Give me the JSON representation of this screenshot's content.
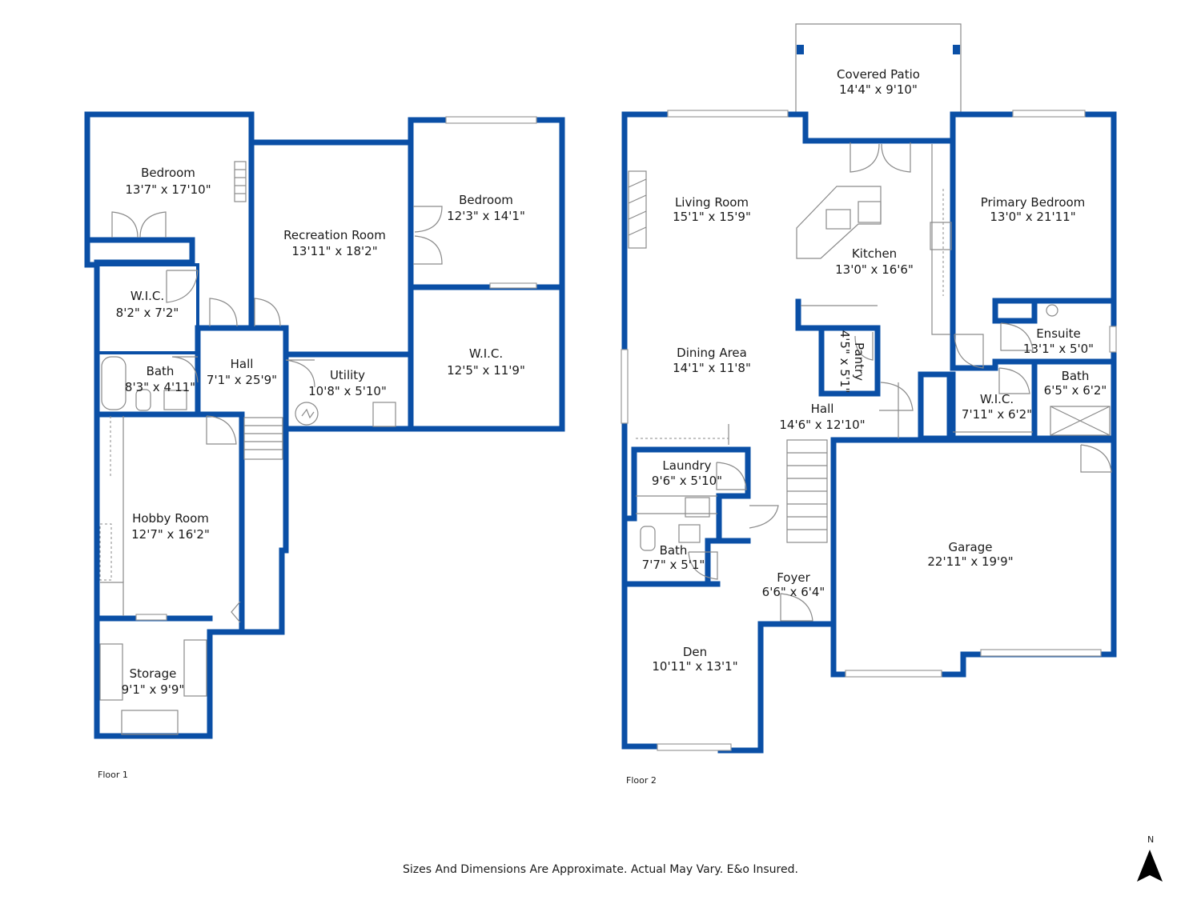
{
  "floors": [
    {
      "label": "Floor 1",
      "rooms": [
        {
          "id": "f1-bedroom-1",
          "name": "Bedroom",
          "dims": "13'7\" x 17'10\""
        },
        {
          "id": "f1-recreation",
          "name": "Recreation Room",
          "dims": "13'11\" x 18'2\""
        },
        {
          "id": "f1-bedroom-2",
          "name": "Bedroom",
          "dims": "12'3\" x 14'1\""
        },
        {
          "id": "f1-wic-1",
          "name": "W.I.C.",
          "dims": "8'2\" x 7'2\""
        },
        {
          "id": "f1-wic-2",
          "name": "W.I.C.",
          "dims": "12'5\" x 11'9\""
        },
        {
          "id": "f1-bath",
          "name": "Bath",
          "dims": "8'3\" x 4'11\""
        },
        {
          "id": "f1-hall",
          "name": "Hall",
          "dims": "7'1\" x 25'9\""
        },
        {
          "id": "f1-utility",
          "name": "Utility",
          "dims": "10'8\" x 5'10\""
        },
        {
          "id": "f1-hobby",
          "name": "Hobby Room",
          "dims": "12'7\" x 16'2\""
        },
        {
          "id": "f1-storage",
          "name": "Storage",
          "dims": "9'1\" x 9'9\""
        }
      ]
    },
    {
      "label": "Floor 2",
      "rooms": [
        {
          "id": "f2-patio",
          "name": "Covered Patio",
          "dims": "14'4\" x 9'10\""
        },
        {
          "id": "f2-living",
          "name": "Living Room",
          "dims": "15'1\" x 15'9\""
        },
        {
          "id": "f2-kitchen",
          "name": "Kitchen",
          "dims": "13'0\" x 16'6\""
        },
        {
          "id": "f2-primary",
          "name": "Primary Bedroom",
          "dims": "13'0\" x 21'11\""
        },
        {
          "id": "f2-ensuite",
          "name": "Ensuite",
          "dims": "13'1\" x 5'0\""
        },
        {
          "id": "f2-dining",
          "name": "Dining Area",
          "dims": "14'1\" x 11'8\""
        },
        {
          "id": "f2-pantry",
          "name": "Pantry",
          "dims": "4'5\" x 5'1\""
        },
        {
          "id": "f2-bath-ensuite",
          "name": "Bath",
          "dims": "6'5\" x 6'2\""
        },
        {
          "id": "f2-wic",
          "name": "W.I.C.",
          "dims": "7'11\" x 6'2\""
        },
        {
          "id": "f2-hall",
          "name": "Hall",
          "dims": "14'6\" x 12'10\""
        },
        {
          "id": "f2-laundry",
          "name": "Laundry",
          "dims": "9'6\" x 5'10\""
        },
        {
          "id": "f2-bath",
          "name": "Bath",
          "dims": "7'7\" x 5'1\""
        },
        {
          "id": "f2-foyer",
          "name": "Foyer",
          "dims": "6'6\" x 6'4\""
        },
        {
          "id": "f2-garage",
          "name": "Garage",
          "dims": "22'11\" x 19'9\""
        },
        {
          "id": "f2-den",
          "name": "Den",
          "dims": "10'11\" x 13'1\""
        }
      ]
    }
  ],
  "disclaimer": "Sizes And Dimensions Are Approximate. Actual May Vary. E&o Insured.",
  "compass_label": "N",
  "colors": {
    "wall": "#0a4fa6",
    "fixture": "#8a8a8a",
    "text": "#1a1a1a"
  }
}
